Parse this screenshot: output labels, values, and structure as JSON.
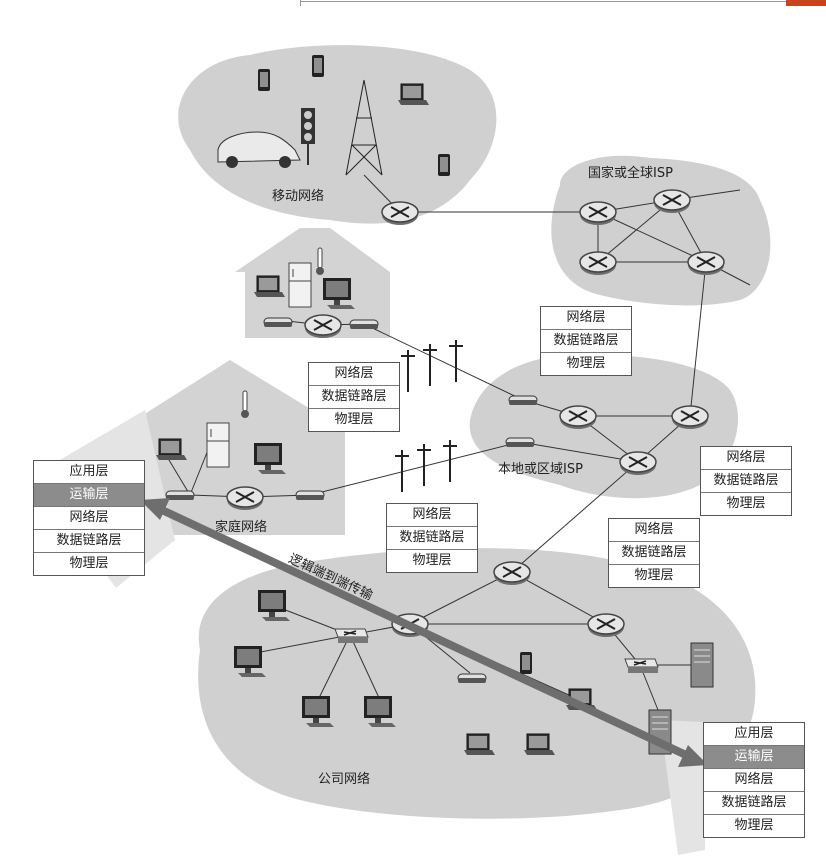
{
  "colors": {
    "cloud": "#cfcfcf",
    "house": "#d3d3d3",
    "accent": "#c8441c",
    "highlight": "#8c8c8c"
  },
  "labels": {
    "mobile": "移动网络",
    "isp_global": "国家或全球ISP",
    "isp_local": "本地或区域ISP",
    "home": "家庭网络",
    "company": "公司网络",
    "transport": "逻辑端到端传输"
  },
  "stacks": {
    "host_left": [
      "应用层",
      "运输层",
      "网络层",
      "数据链路层",
      "物理层"
    ],
    "router_top": [
      "网络层",
      "数据链路层",
      "物理层"
    ],
    "router_mid": [
      "网络层",
      "数据链路层",
      "物理层"
    ],
    "router_right": [
      "网络层",
      "数据链路层",
      "物理层"
    ],
    "router_center": [
      "网络层",
      "数据链路层",
      "物理层"
    ],
    "router_lower_right": [
      "网络层",
      "数据链路层",
      "物理层"
    ],
    "host_right": [
      "应用层",
      "运输层",
      "网络层",
      "数据链路层",
      "物理层"
    ]
  },
  "icons": [
    "router-icon",
    "switch-icon",
    "modem-icon",
    "laptop-icon",
    "desktop-icon",
    "phone-icon",
    "car-icon",
    "tower-icon",
    "traffic-light-icon",
    "fridge-icon",
    "thermometer-icon",
    "server-icon",
    "utility-pole-icon"
  ]
}
